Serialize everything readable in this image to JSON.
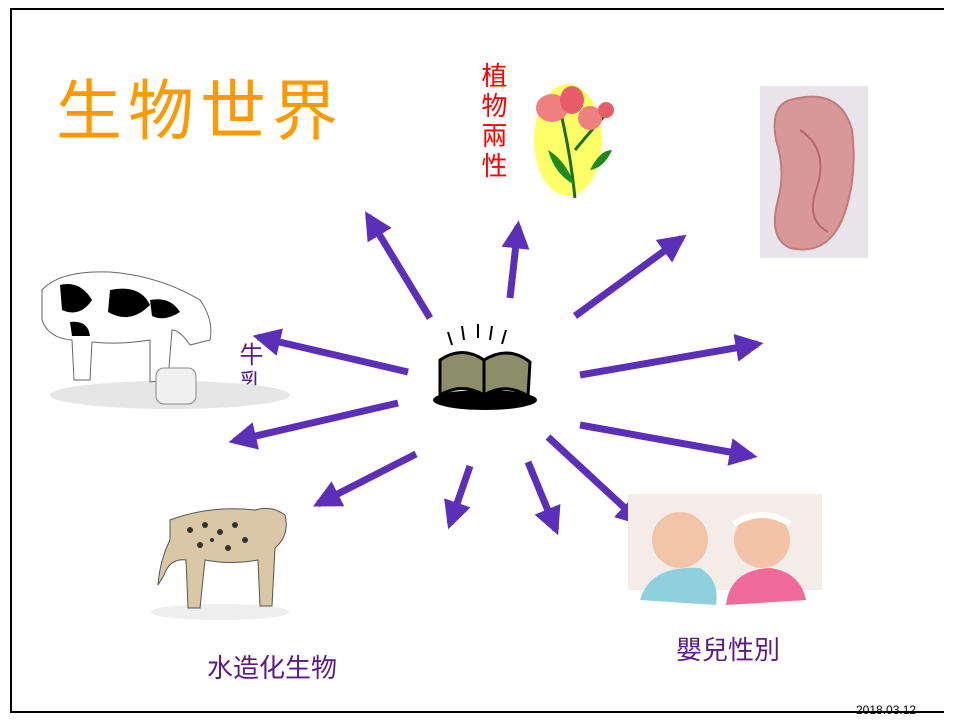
{
  "slide": {
    "title": "生物世界",
    "labels": {
      "plant": "植物兩性",
      "milk": "牛乳",
      "clone": "水造化生物",
      "baby": "嬰兒性別"
    },
    "footer_date": "2018.03.12"
  },
  "colors": {
    "title": "#ff9900",
    "arrow": "#5b2fb8",
    "plant_label": "#ff0000",
    "label": "#5b1a86"
  },
  "images": [
    "open-book-icon",
    "tulip-flower-image",
    "pink-bean-image",
    "cow-image",
    "cheetah-image",
    "babies-photo"
  ]
}
